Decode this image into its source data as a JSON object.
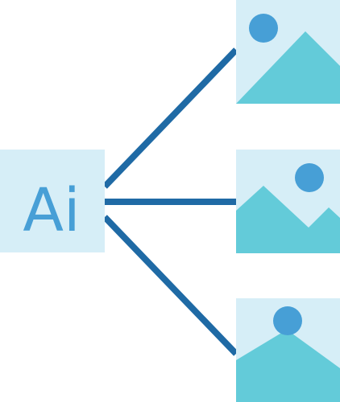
{
  "source_node": {
    "label": "Ai",
    "icon": "ai-document-icon"
  },
  "output_nodes": [
    {
      "icon": "image-mountain-icon",
      "variant": "single-peak-sun-top-left"
    },
    {
      "icon": "image-mountain-icon",
      "variant": "double-peak-sun-top-right"
    },
    {
      "icon": "image-mountain-icon",
      "variant": "single-peak-sun-top-center"
    }
  ],
  "colors": {
    "node_background": "#D6EEF7",
    "accent_blue": "#479FD6",
    "connector": "#1F6AA5",
    "mountain": "#63CBD9"
  }
}
